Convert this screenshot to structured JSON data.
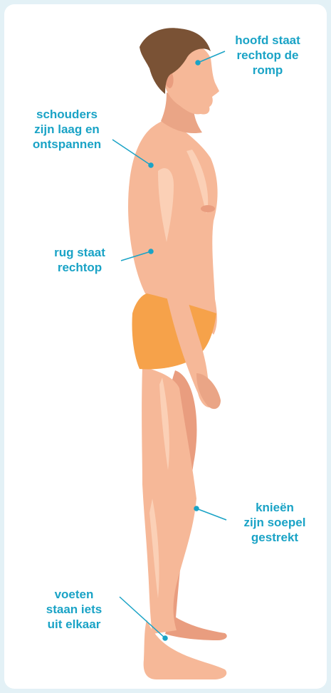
{
  "annotations": {
    "head": "hoofd staat\nrechtop de\nromp",
    "shoulders": "schouders\nzijn laag en\nontspannen",
    "back": "rug staat\nrechtop",
    "knees": "knieën\nzijn soepel\ngestrekt",
    "feet": "voeten\nstaan iets\nuit elkaar"
  },
  "colors": {
    "accent": "#1aa3c6",
    "skin": "#f6b898",
    "skin_shadow": "#e99d7f",
    "hair": "#7a5235",
    "underwear": "#f6a24a",
    "background": "#e3f1f6"
  }
}
